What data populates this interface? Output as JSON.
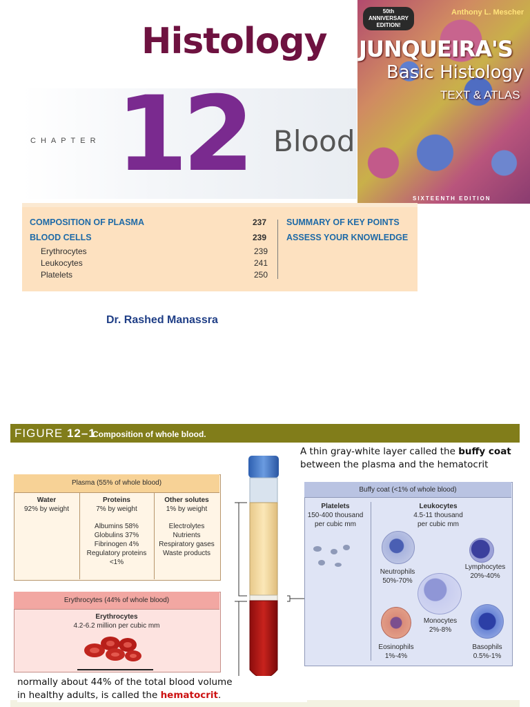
{
  "slide": {
    "title": "Histology",
    "chapter_label": "CHAPTER",
    "chapter_number": "12",
    "chapter_name": "Blood",
    "author": "Dr. Rashed Manassra"
  },
  "cover": {
    "badge": "50th ANNIVERSARY EDITION!",
    "author": "Anthony L. Mescher",
    "title_line1": "JUNQUEIRA'S",
    "title_line2": "Basic Histology",
    "title_line3": "TEXT & ATLAS",
    "edition": "SIXTEENTH EDITION"
  },
  "contents": {
    "left": [
      {
        "label": "COMPOSITION OF PLASMA",
        "page": "237",
        "heading": true
      },
      {
        "label": "BLOOD CELLS",
        "page": "239",
        "heading": true
      },
      {
        "label": "Erythrocytes",
        "page": "239",
        "heading": false
      },
      {
        "label": "Leukocytes",
        "page": "241",
        "heading": false
      },
      {
        "label": "Platelets",
        "page": "250",
        "heading": false
      }
    ],
    "right": [
      {
        "label": "SUMMARY OF KEY POINTS"
      },
      {
        "label": "ASSESS YOUR KNOWLEDGE"
      }
    ]
  },
  "figure": {
    "label": "FIGURE",
    "number": "12–1",
    "caption": "Composition of whole blood.",
    "plasma": {
      "title": "Plasma (55% of whole blood)",
      "water": {
        "head": "Water",
        "line1": "92% by weight"
      },
      "proteins": {
        "head": "Proteins",
        "line1": "7% by weight",
        "items": [
          "Albumins 58%",
          "Globulins 37%",
          "Fibrinogen 4%",
          "Regulatory proteins",
          "<1%"
        ]
      },
      "solutes": {
        "head": "Other solutes",
        "line1": "1% by weight",
        "items": [
          "Electrolytes",
          "Nutrients",
          "Respiratory gases",
          "Waste products"
        ]
      }
    },
    "erythrocytes": {
      "title": "Erythrocytes (44% of whole blood)",
      "head": "Erythrocytes",
      "line1": "4.2-6.2 million per cubic mm"
    },
    "buffy": {
      "title": "Buffy coat (<1% of whole blood)",
      "platelets": {
        "head": "Platelets",
        "line1": "150-400 thousand",
        "line2": "per cubic mm"
      },
      "leukocytes": {
        "head": "Leukocytes",
        "line1": "4.5-11 thousand",
        "line2": "per cubic mm"
      },
      "neutrophils": {
        "name": "Neutrophils",
        "pct": "50%-70%"
      },
      "lymphocytes": {
        "name": "Lymphocytes",
        "pct": "20%-40%"
      },
      "monocytes": {
        "name": "Monocytes",
        "pct": "2%-8%"
      },
      "eosinophils": {
        "name": "Eosinophils",
        "pct": "1%-4%"
      },
      "basophils": {
        "name": "Basophils",
        "pct": "0.5%-1%"
      }
    },
    "note_buffy": {
      "prefix": "A thin gray-white layer called the ",
      "bold": "buffy coat",
      "line2": "between the plasma and the hematocrit"
    },
    "note_hematocrit": {
      "line1": "normally about 44% of the total blood volume",
      "prefix": "in healthy adults, is called the ",
      "red": "hematocrit",
      "suffix": "."
    }
  }
}
